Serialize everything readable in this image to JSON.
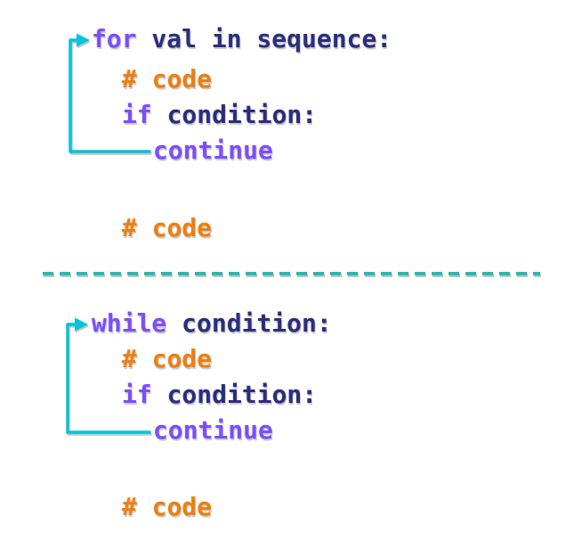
{
  "colors": {
    "background": "#ffffff",
    "keyword": "#7c4dff",
    "code_text": "#2b2d7e",
    "comment": "#ee7f0e",
    "arrow": "#00c3dc",
    "separator": "#2cb9ad"
  },
  "for_block": {
    "keyword": "for",
    "header_rest": " val in sequence:",
    "comment_1": "# code",
    "if_keyword": "if",
    "if_rest": " condition:",
    "continue_label": "continue",
    "comment_2": "# code"
  },
  "while_block": {
    "keyword": "while",
    "header_rest": " condition:",
    "comment_1": "# code",
    "if_keyword": "if",
    "if_rest": " condition:",
    "continue_label": "continue",
    "comment_2": "# code"
  }
}
